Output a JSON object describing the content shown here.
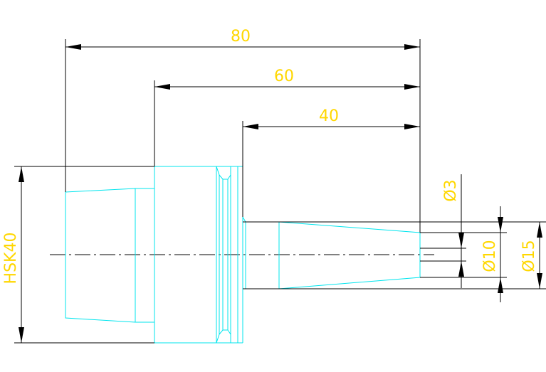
{
  "colors": {
    "background": "#ffffff",
    "dimension_line": "#000000",
    "part_outline": "#00e5ee",
    "dimension_text": "#ffd700"
  },
  "dimensions": {
    "length_80": "80",
    "length_60": "60",
    "length_40": "40",
    "dia_3": "Ø3",
    "dia_10": "Ø10",
    "dia_15": "Ø15",
    "interface": "HSK40"
  }
}
